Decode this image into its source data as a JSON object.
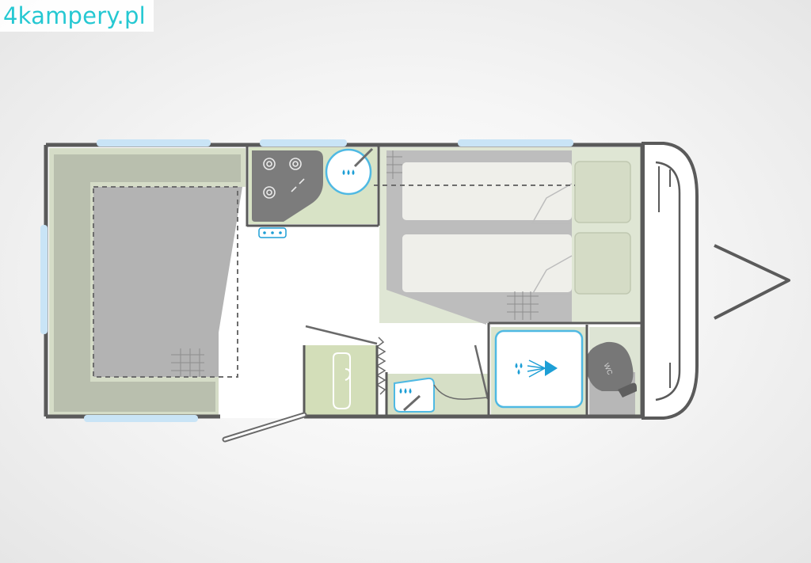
{
  "watermark": {
    "text": "4kampery.pl"
  },
  "floorplan": {
    "wc_label": "WC",
    "rooms": [
      "lounge",
      "kitchen",
      "twin-beds",
      "wardrobe",
      "washbasin",
      "shower",
      "toilet"
    ]
  },
  "colors": {
    "wall": "#5a5a5a",
    "sage": "#d6dfc6",
    "seat_grey": "#b9b9b9",
    "window_blue": "#c9e4f6",
    "water_blue": "#1d9fd6",
    "watermark": "#25c8d2"
  }
}
